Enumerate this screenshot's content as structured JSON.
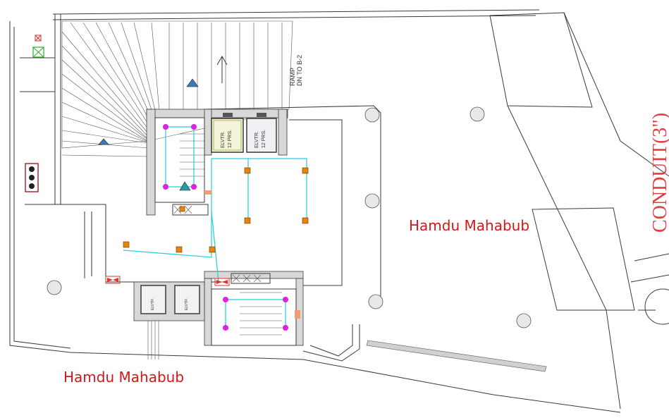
{
  "watermarks": [
    "Hamdu Mahabub",
    "Hamdu Mahabub"
  ],
  "ramp_label": [
    "RAMP",
    "DN TO B-2"
  ],
  "elevators": [
    "ELVTR.",
    "12 PRS."
  ],
  "conduit_label": "CONDUIT(3\")",
  "colors": {
    "conduit_line": "#1fd0d8",
    "device": "#e8830c",
    "sensor": "#e020e0",
    "watermark": "#d01818",
    "fire_exit": "#e03030",
    "green_box": "#28b028"
  },
  "icons": [
    "fire-extinguisher-icon",
    "smoke-detector-icon",
    "fire-alarm-panel-icon",
    "exit-sign-icon"
  ]
}
